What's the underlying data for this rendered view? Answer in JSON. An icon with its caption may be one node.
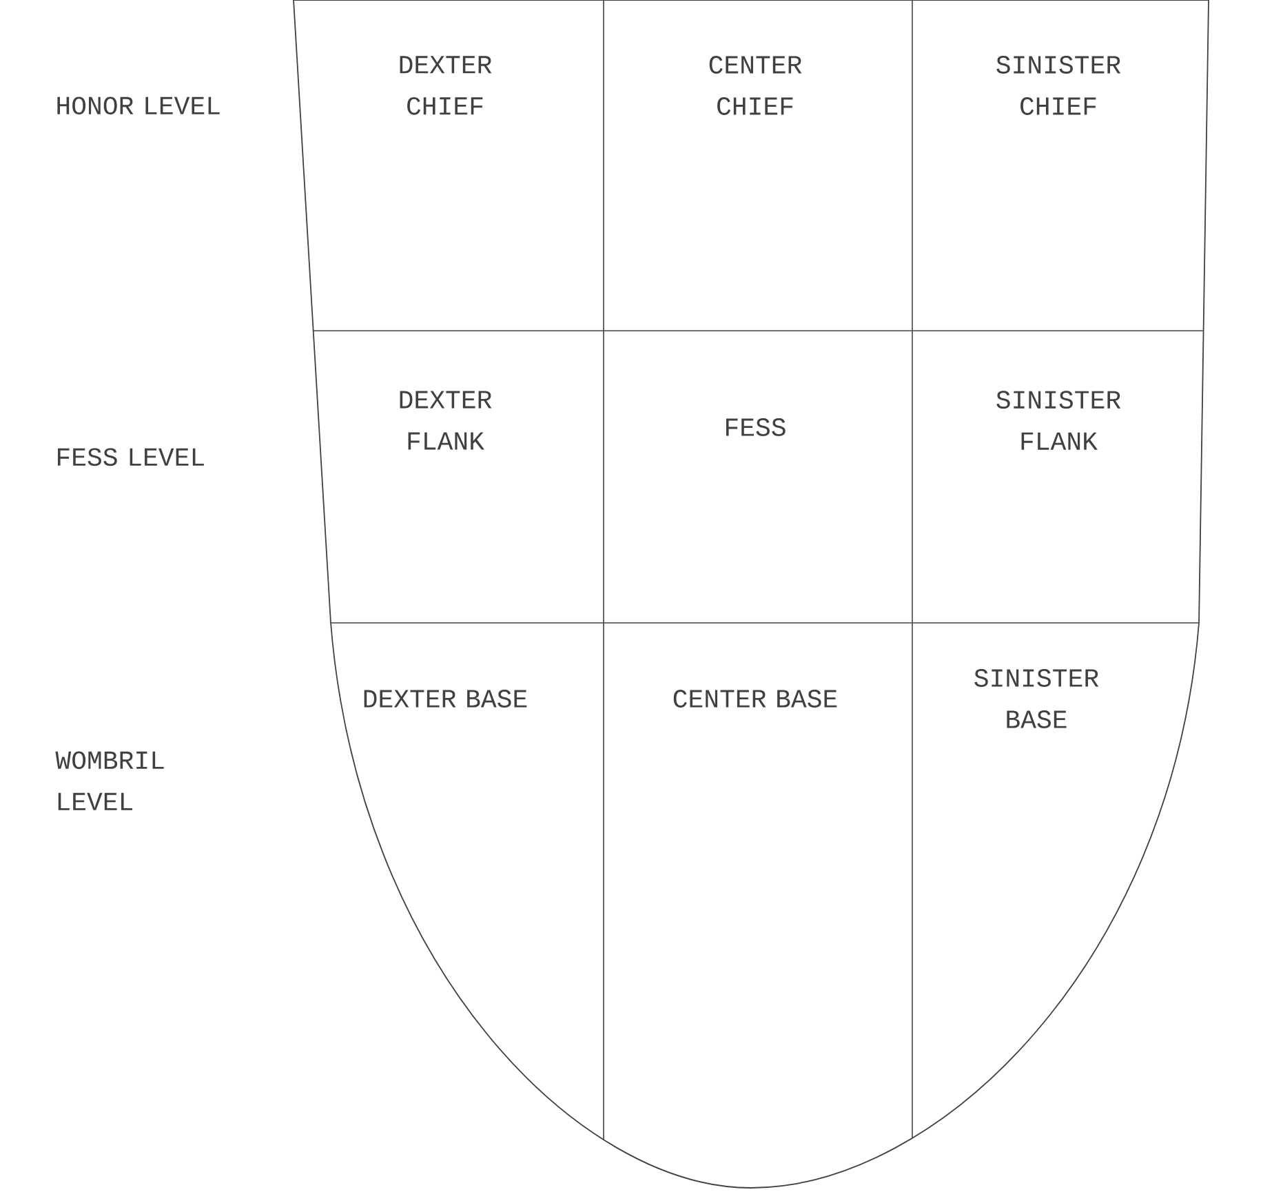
{
  "diagram": {
    "nodes": [
      {
        "text": [
          "DEXTER CHIEF"
        ]
      },
      {
        "text": [
          "CENTER CHIEF"
        ]
      },
      {
        "text": [
          "SINISTER CHIEF"
        ]
      },
      {
        "text": [
          "DEXTER FLANK"
        ]
      },
      {
        "text": [
          "FESS"
        ]
      },
      {
        "text": [
          "SINISTER FLANK"
        ]
      },
      {
        "text": [
          "DEXTER BASE"
        ]
      },
      {
        "text": [
          "CENTER BASE"
        ]
      },
      {
        "text": [
          "SINISTER BASE"
        ]
      }
    ],
    "labels": [
      "HONOR LEVEL",
      "FESS LEVEL",
      "WOMBRIL LEVEL"
    ]
  }
}
